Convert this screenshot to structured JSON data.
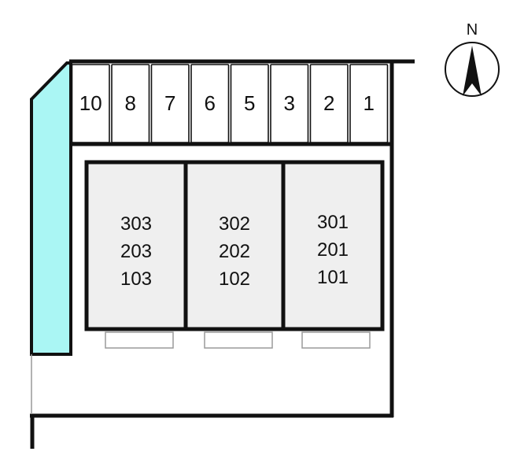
{
  "compass": {
    "north_label": "N",
    "icon": "north-arrow-icon"
  },
  "parking": {
    "stalls": [
      "10",
      "8",
      "7",
      "6",
      "5",
      "3",
      "2",
      "1"
    ]
  },
  "buildings": [
    {
      "units": [
        "303",
        "203",
        "103"
      ]
    },
    {
      "units": [
        "302",
        "202",
        "102"
      ]
    },
    {
      "units": [
        "301",
        "201",
        "101"
      ]
    }
  ],
  "colors": {
    "line": "#111111",
    "building_fill": "#efefef",
    "green_strip": "#aaf6f4",
    "step_outline": "#9a9a9a",
    "background": "#ffffff"
  }
}
